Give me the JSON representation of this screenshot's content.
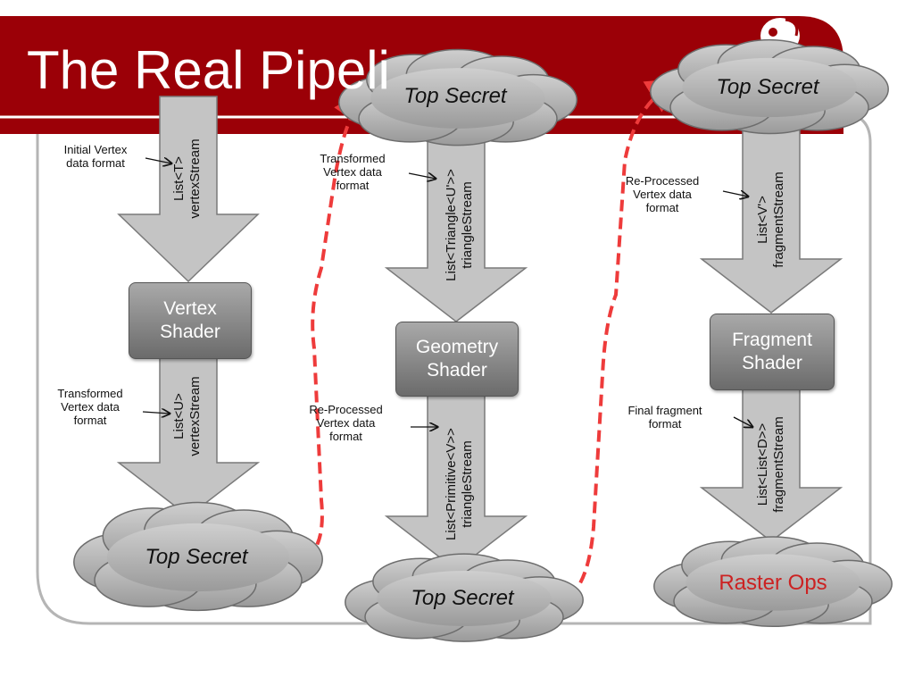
{
  "slide": {
    "title": "The Real Pipeli"
  },
  "colors": {
    "header": "#9b0007",
    "arrow_fill": "#c4c4c4",
    "arrow_stroke": "#7a7a7a",
    "dashed_arrow": "#ee3b3b",
    "raster_text": "#cc2222"
  },
  "columns": [
    {
      "input_label": "Initial Vertex\ndata format",
      "stream1": [
        "List<T>",
        "vertexStream"
      ],
      "shader": "Vertex\nShader",
      "output_label": "Transformed\nVertex data\nformat",
      "stream2": [
        "List<U>",
        "vertexStream"
      ],
      "cloud": "Top Secret"
    },
    {
      "top_cloud": "Top Secret",
      "input_label": "Transformed\nVertex data\nformat",
      "stream1": [
        "List<Triangle<U'>>",
        "triangleStream"
      ],
      "shader": "Geometry\nShader",
      "output_label": "Re-Processed\nVertex data\nformat",
      "stream2": [
        "List<Primitive<V>>",
        "triangleStream"
      ],
      "cloud": "Top Secret"
    },
    {
      "top_cloud": "Top Secret",
      "input_label": "Re-Processed\nVertex data\nformat",
      "stream1": [
        "List<V'>",
        "fragmentStream"
      ],
      "shader": "Fragment\nShader",
      "output_label": "Final fragment\nformat",
      "stream2": [
        "List<List<D>>",
        "fragmentStream"
      ],
      "cloud": "Raster Ops"
    }
  ],
  "icons": {
    "logo": "jester-logo-icon"
  }
}
